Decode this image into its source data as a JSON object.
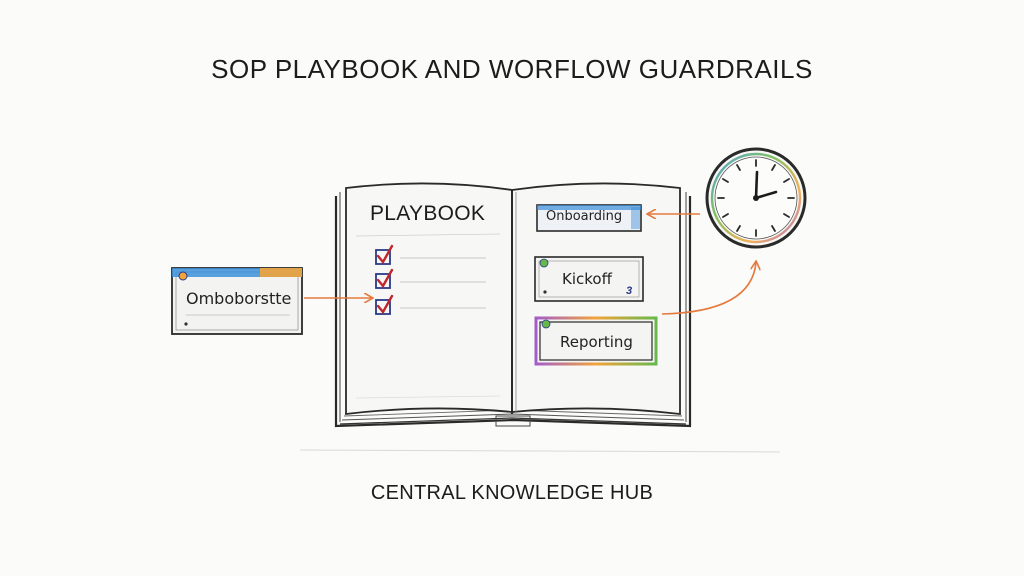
{
  "title": "SOP PLAYBOOK AND WORFLOW GUARDRAILS",
  "caption": "CENTRAL KNOWLEDGE HUB",
  "book": {
    "title": "PLAYBOOK",
    "checklist_count": 3
  },
  "source_card": {
    "label": "Omboborstte"
  },
  "workflow": {
    "steps": [
      {
        "label": "Onboarding"
      },
      {
        "label": "Kickoff",
        "number": "3"
      },
      {
        "label": "Reporting"
      }
    ]
  },
  "colors": {
    "ink": "#1c1c1c",
    "arrow": "#e67a3c",
    "checkmark": "#c0262c",
    "checkbox": "#2b3a8a",
    "accent_blue": "#3b8fd9",
    "accent_orange": "#f2a43a",
    "accent_green": "#67b84a",
    "accent_purple": "#a45cc9"
  },
  "icons": [
    "clock-icon",
    "checkbox-icon",
    "checkmark-icon",
    "arrow-icon"
  ]
}
